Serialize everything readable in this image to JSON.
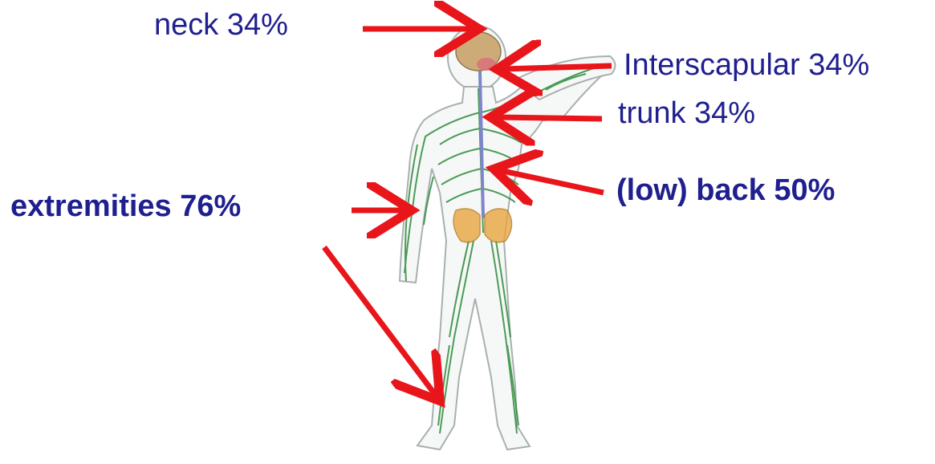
{
  "labels": {
    "neck": "neck 34%",
    "interscapular": "Interscapular 34%",
    "trunk": "trunk 34%",
    "low_back": "(low) back 50%",
    "extremities": "extremities 76%"
  },
  "colors": {
    "text": "#1f1f8f",
    "arrow": "#e8151b",
    "nerves": "#2e8b3a",
    "outline": "#a9b0b0",
    "spine": "#7c86c9",
    "pelvis": "#e8a640",
    "brain": "#c9a36b"
  },
  "icons": {
    "arrow": "red-arrow-icon",
    "figure": "nervous-system-figure"
  }
}
